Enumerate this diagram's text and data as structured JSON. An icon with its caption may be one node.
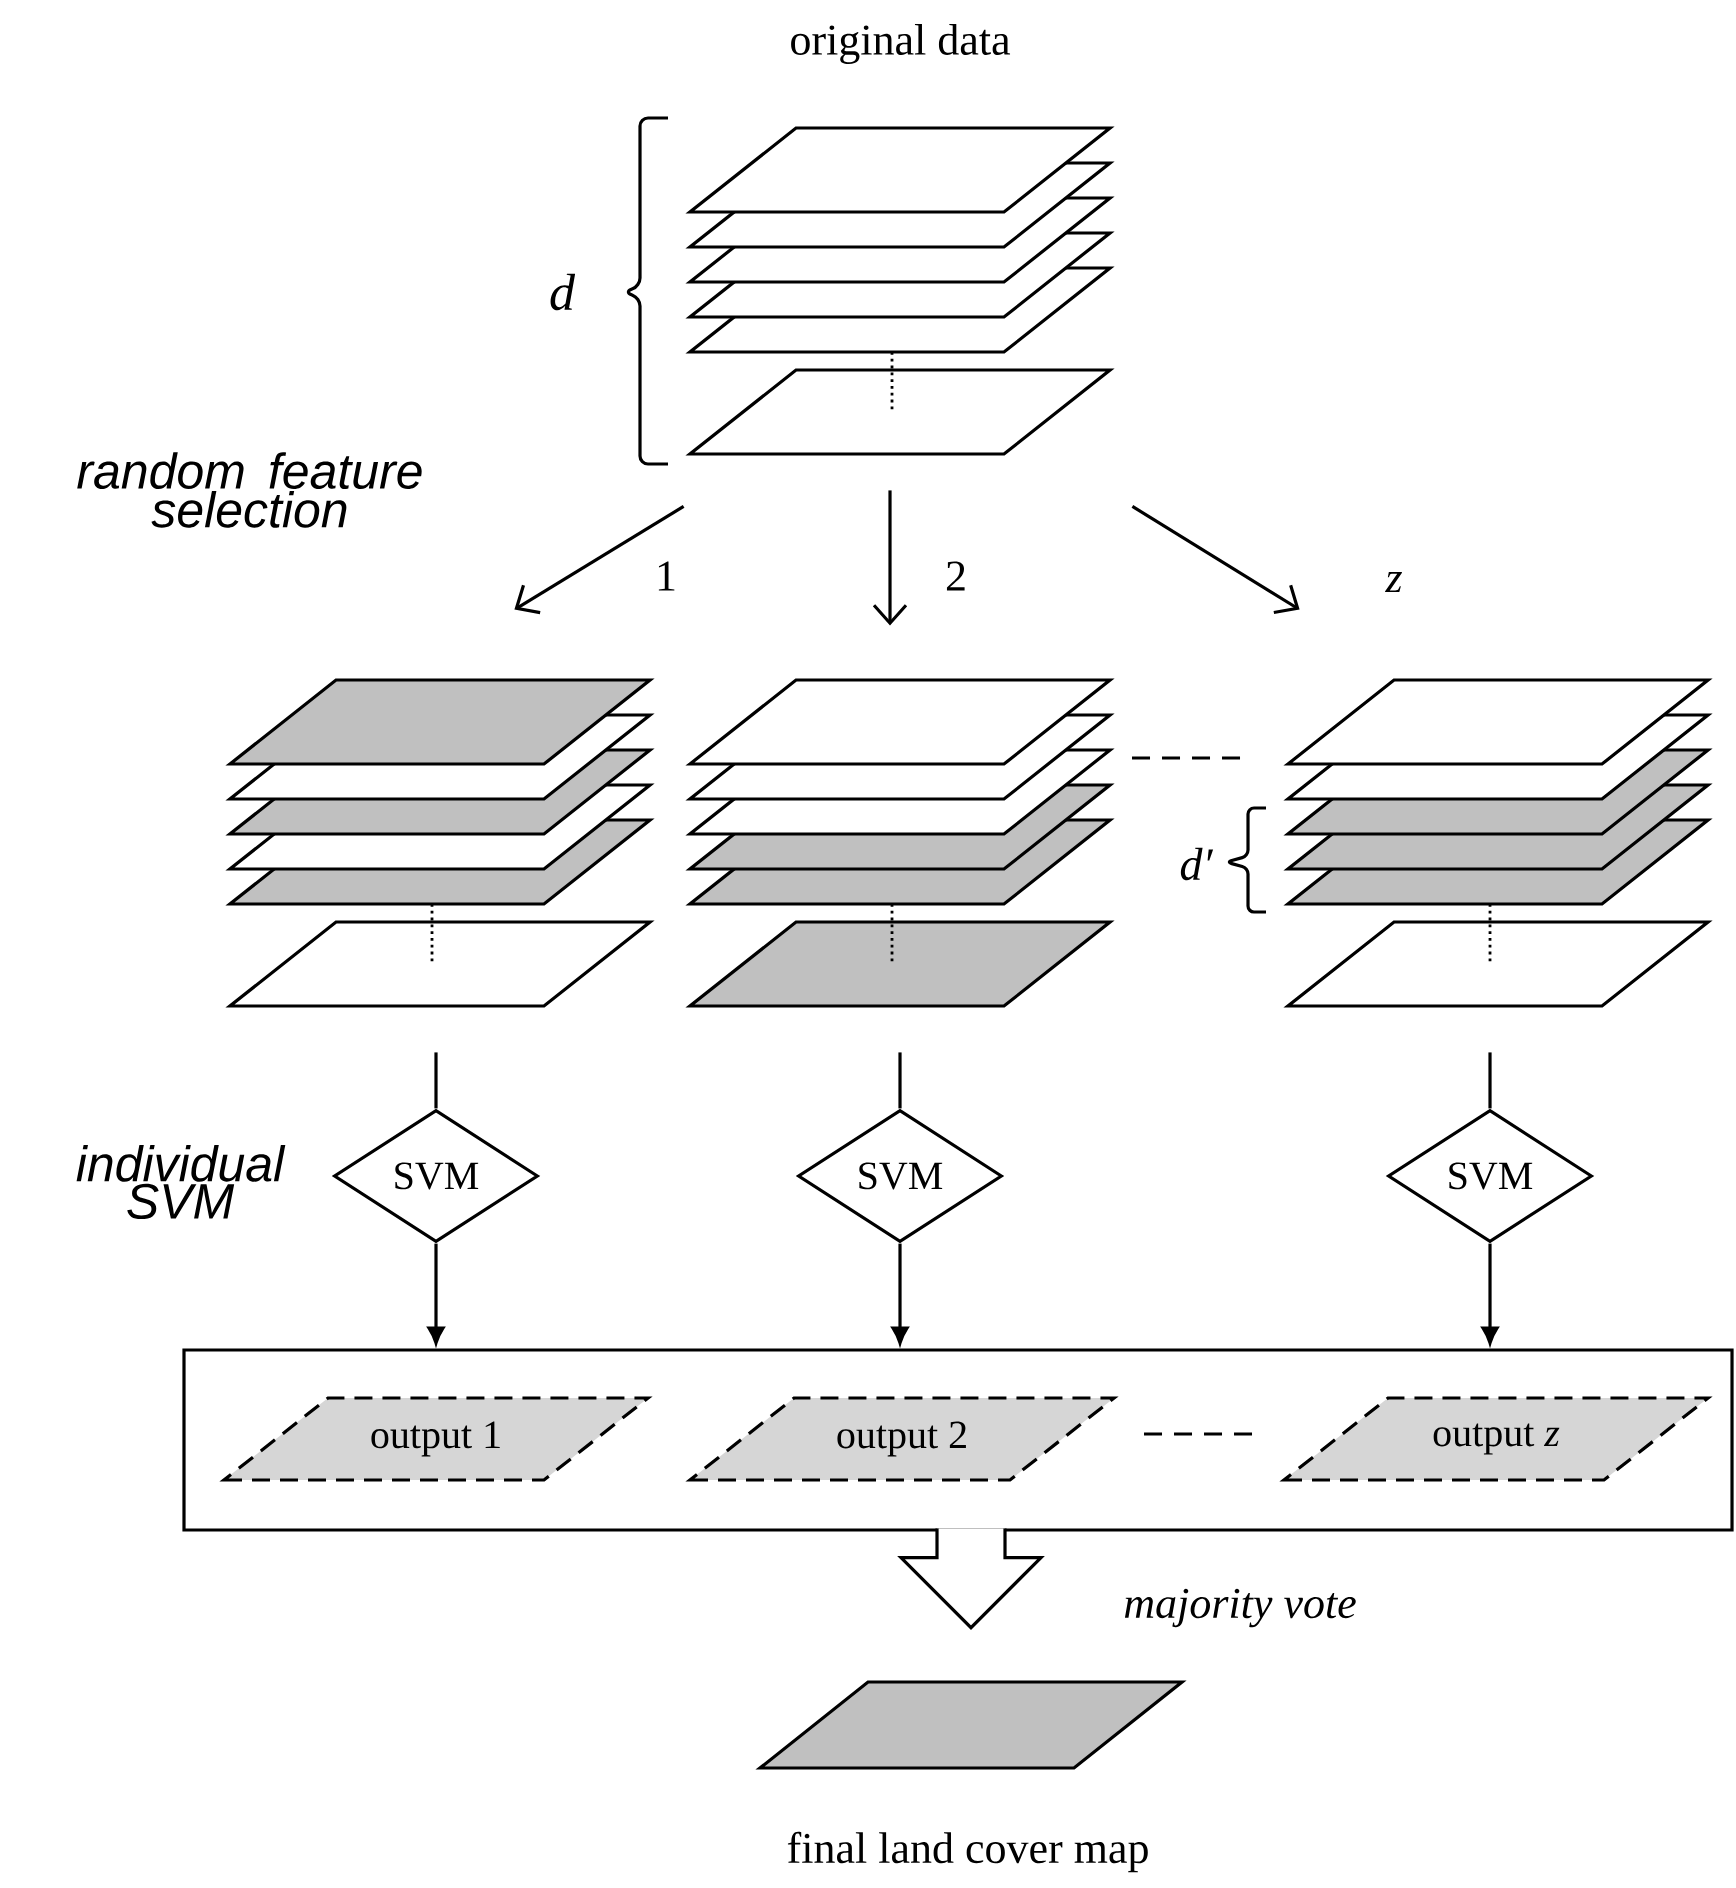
{
  "diagram": {
    "nodes": [
      {
        "text": [
          "original data"
        ]
      },
      {
        "text": [],
        "shape": "stack"
      },
      {
        "text": [],
        "shape": "stack"
      },
      {
        "text": [],
        "shape": "stack"
      },
      {
        "text": [
          "SVM"
        ]
      },
      {
        "text": [
          "SVM"
        ]
      },
      {
        "text": [
          "SVM"
        ]
      },
      {
        "text": [],
        "shape": "box"
      },
      {
        "text": [
          "output 1"
        ],
        "in": 7
      },
      {
        "text": [
          "output 2"
        ],
        "in": 7
      },
      {
        "text": [
          "output *z*"
        ],
        "in": 7
      },
      {
        "text": [
          "final land cover map"
        ]
      }
    ],
    "edges": [
      {
        "from": 0,
        "to": 1,
        "arrow": "to",
        "label": "1"
      },
      {
        "from": 0,
        "to": 2,
        "arrow": "to",
        "label": "2"
      },
      {
        "from": 0,
        "to": 3,
        "arrow": "to",
        "label": "z"
      },
      {
        "from": 1,
        "to": 4,
        "arrow": "none"
      },
      {
        "from": 2,
        "to": 5,
        "arrow": "none"
      },
      {
        "from": 3,
        "to": 6,
        "arrow": "none"
      },
      {
        "from": 4,
        "to": 7,
        "arrow": "to"
      },
      {
        "from": 5,
        "to": 7,
        "arrow": "to"
      },
      {
        "from": 6,
        "to": 7,
        "arrow": "to"
      },
      {
        "from": 7,
        "to": 11,
        "arrow": "to",
        "style": "thick",
        "label": "majority vote"
      }
    ],
    "labels": [
      "d",
      "random feature selection",
      "d′",
      "individual SVM"
    ]
  }
}
